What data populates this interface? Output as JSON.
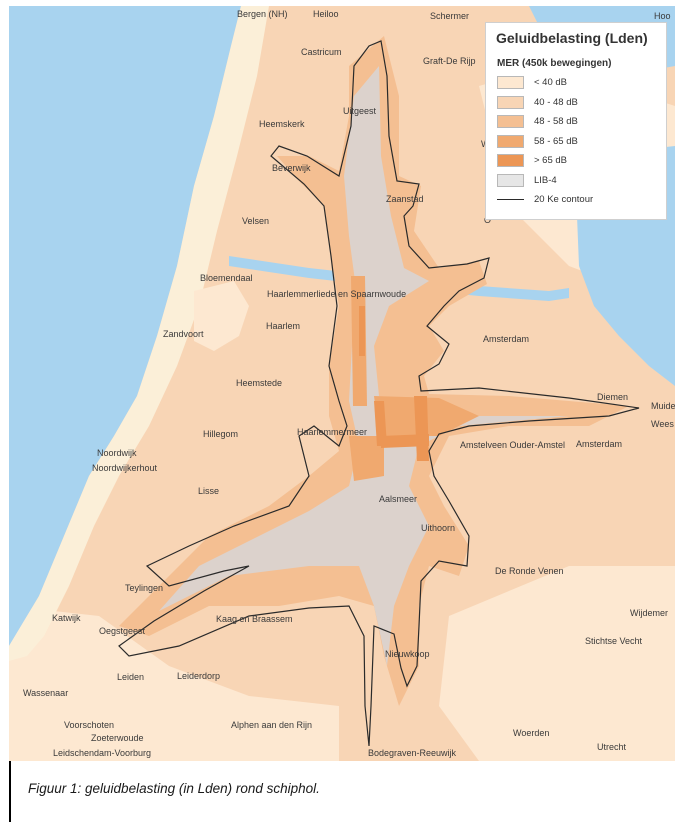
{
  "map": {
    "colors": {
      "sea": "#a8d3ef",
      "beach": "#fbefd8",
      "lt40": "#fde8d1",
      "c40_48": "#f8d5b5",
      "c48_58": "#f4bf92",
      "c58_65": "#f0a96f",
      "gt65": "#ec9655",
      "lib4": "#dcd2cc",
      "contour": "#2a2a2a"
    },
    "places": [
      {
        "name": "Bergen (NH)",
        "label": "Bergen (NH)"
      },
      {
        "name": "Heiloo",
        "label": "Heiloo"
      },
      {
        "name": "Schermer",
        "label": "Schermer"
      },
      {
        "name": "Hoorn",
        "label": "Hoo"
      },
      {
        "name": "Castricum",
        "label": "Castricum"
      },
      {
        "name": "Graft-De Rijp",
        "label": "Graft-De Rijp"
      },
      {
        "name": "Uitgeest",
        "label": "Uitgeest"
      },
      {
        "name": "Heemskerk",
        "label": "Heemskerk"
      },
      {
        "name": "Wormerland",
        "label": "Worm"
      },
      {
        "name": "Beverwijk",
        "label": "Beverwijk"
      },
      {
        "name": "Zaanstad",
        "label": "Zaanstad"
      },
      {
        "name": "Oostzaan",
        "label": "O"
      },
      {
        "name": "Velsen",
        "label": "Velsen"
      },
      {
        "name": "Bloemendaal",
        "label": "Bloemendaal"
      },
      {
        "name": "Haarlemmerliede en Spaarnwoude",
        "label": "Haarlemmerliede en Spaarnwoude"
      },
      {
        "name": "Haarlem",
        "label": "Haarlem"
      },
      {
        "name": "Amsterdam north",
        "label": "Amsterdam"
      },
      {
        "name": "Zandvoort",
        "label": "Zandvoort"
      },
      {
        "name": "Heemstede",
        "label": "Heemstede"
      },
      {
        "name": "Diemen",
        "label": "Diemen"
      },
      {
        "name": "Muiden",
        "label": "Muide"
      },
      {
        "name": "Amsterdam south",
        "label": "Amsterdam"
      },
      {
        "name": "Weesp",
        "label": "Wees"
      },
      {
        "name": "Hillegom",
        "label": "Hillegom"
      },
      {
        "name": "Haarlemmermeer",
        "label": "Haarlemmermeer"
      },
      {
        "name": "Amstelveen Ouder-Amstel",
        "label": "Amstelveen Ouder-Amstel"
      },
      {
        "name": "Noordwijk",
        "label": "Noordwijk"
      },
      {
        "name": "Noordwijkerhout",
        "label": "Noordwijkerhout"
      },
      {
        "name": "Lisse",
        "label": "Lisse"
      },
      {
        "name": "Aalsmeer",
        "label": "Aalsmeer"
      },
      {
        "name": "Uithoorn",
        "label": "Uithoorn"
      },
      {
        "name": "De Ronde Venen",
        "label": "De Ronde Venen"
      },
      {
        "name": "Teylingen",
        "label": "Teylingen"
      },
      {
        "name": "Katwijk",
        "label": "Katwijk"
      },
      {
        "name": "Oegstgeest",
        "label": "Oegstgeest"
      },
      {
        "name": "Kaag en Braassem",
        "label": "Kaag en Braassem"
      },
      {
        "name": "Wijdemeren",
        "label": "Wijdemer"
      },
      {
        "name": "Stichtse Vecht",
        "label": "Stichtse Vecht"
      },
      {
        "name": "Nieuwkoop",
        "label": "Nieuwkoop"
      },
      {
        "name": "Leiden",
        "label": "Leiden"
      },
      {
        "name": "Leiderdorp",
        "label": "Leiderdorp"
      },
      {
        "name": "Wassenaar",
        "label": "Wassenaar"
      },
      {
        "name": "Voorschoten",
        "label": "Voorschoten"
      },
      {
        "name": "Zoeterwoude",
        "label": "Zoeterwoude"
      },
      {
        "name": "Alphen aan den Rijn",
        "label": "Alphen aan den Rijn"
      },
      {
        "name": "Woerden",
        "label": "Woerden"
      },
      {
        "name": "Utrecht",
        "label": "Utrecht"
      },
      {
        "name": "Leidschendam-Voorburg",
        "label": "Leidschendam-Voorburg"
      },
      {
        "name": "Bodegraven-Reeuwijk",
        "label": "Bodegraven-Reeuwijk"
      }
    ]
  },
  "legend": {
    "title": "Geluidbelasting (Lden)",
    "subtitle": "MER (450k bewegingen)",
    "items": [
      {
        "label": "< 40 dB",
        "color": "#fde8d1",
        "kind": "fill"
      },
      {
        "label": "40 - 48 dB",
        "color": "#f8d5b5",
        "kind": "fill"
      },
      {
        "label": "48 - 58 dB",
        "color": "#f4bf92",
        "kind": "fill"
      },
      {
        "label": "58 - 65 dB",
        "color": "#f0a96f",
        "kind": "fill"
      },
      {
        "label": "> 65 dB",
        "color": "#ec9655",
        "kind": "fill"
      },
      {
        "label": "LIB-4",
        "color": "#e6e6e6",
        "kind": "fill"
      },
      {
        "label": "20 Ke contour",
        "color": "#2a2a2a",
        "kind": "line"
      }
    ]
  },
  "caption": "Figuur 1: geluidbelasting (in Lden) rond schiphol."
}
